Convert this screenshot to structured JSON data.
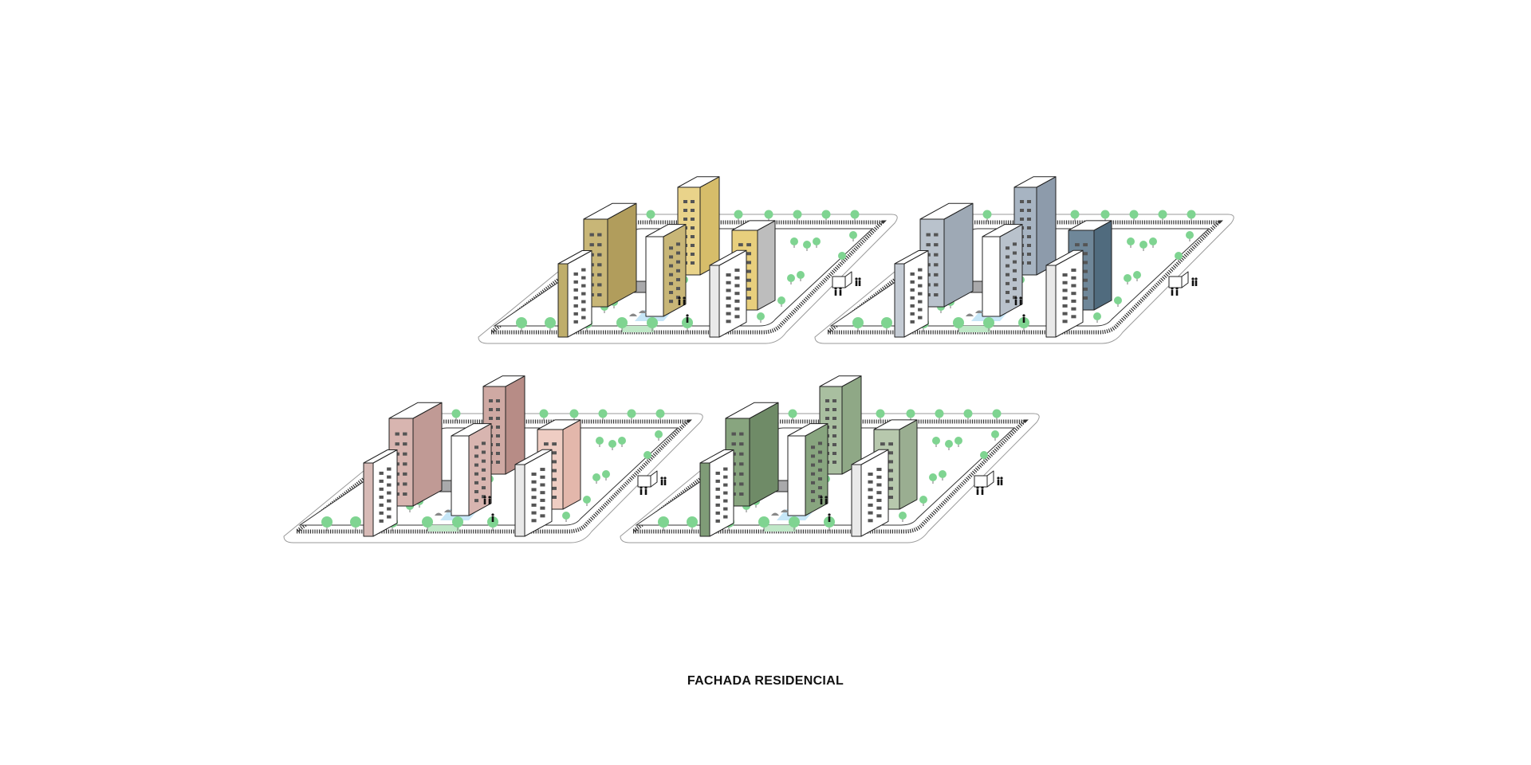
{
  "caption": "FACHADA RESIDENCIAL",
  "palette": {
    "stroke": "#222222",
    "tree": "#7fd491",
    "tree_dark": "#5cbf74",
    "pool": "#c6e6f7",
    "court": "#a9a9ab",
    "lawn_stripe": "#bfe8c7",
    "background": "#ffffff"
  },
  "blocks": [
    {
      "name": "block-yellow",
      "colors": {
        "tall": "#e9d38a",
        "tall_side": "#d6bd6a",
        "mid": "#c8b677",
        "mid_side": "#b19d5c",
        "front": "#bfae6b",
        "right": "#e8cf7d",
        "right_side": "#bdbdbd"
      }
    },
    {
      "name": "block-blue",
      "colors": {
        "tall": "#a7b4c2",
        "tall_side": "#8d9bab",
        "mid": "#b9c2cc",
        "mid_side": "#9ea9b5",
        "front": "#c4cbd4",
        "right": "#6f8799",
        "right_side": "#506b7e"
      }
    },
    {
      "name": "block-pink",
      "colors": {
        "tall": "#cfa9a3",
        "tall_side": "#b78c86",
        "mid": "#d8b5b0",
        "mid_side": "#c09a95",
        "front": "#d7bab6",
        "right": "#efcdc3",
        "right_side": "#e3b7ab"
      }
    },
    {
      "name": "block-green",
      "colors": {
        "tall": "#a9bfa0",
        "tall_side": "#8fa886",
        "mid": "#88a57f",
        "mid_side": "#6f8b67",
        "front": "#7f9c77",
        "right": "#b7c8ad",
        "right_side": "#9aae91"
      }
    }
  ]
}
